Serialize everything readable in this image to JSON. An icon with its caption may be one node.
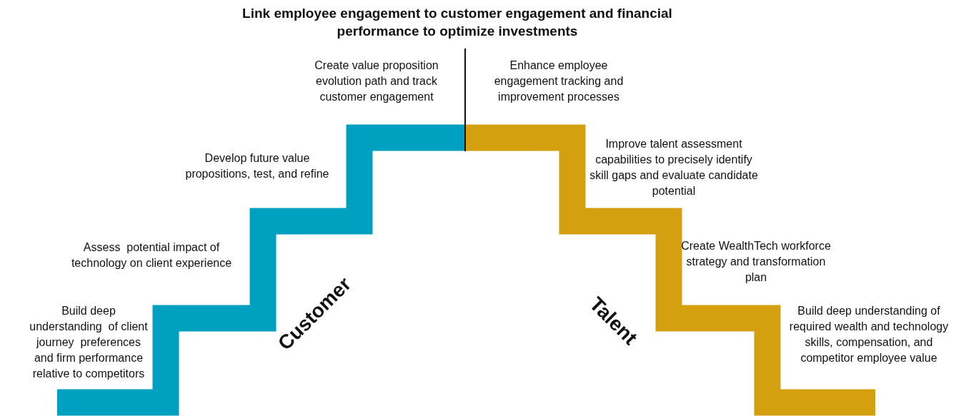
{
  "diagram": {
    "title": "Link employee engagement to customer engagement and financial performance to optimize investments",
    "labels": [
      "Create value proposition evolution path and track customer engagement",
      "Enhance employee engagement tracking and improvement processes",
      "Develop future value propositions, test, and refine",
      "Improve talent assessment capabilities to precisely identify skill gaps and evaluate candidate potential",
      "Assess  potential impact of technology on client experience",
      "Create WealthTech workforce strategy and transformation plan",
      "Build deep understanding  of client journey  preferences and firm performance relative to competitors",
      "Customer",
      "Talent",
      "Build deep understanding of required wealth and technology skills, compensation, and competitor employee value"
    ]
  }
}
